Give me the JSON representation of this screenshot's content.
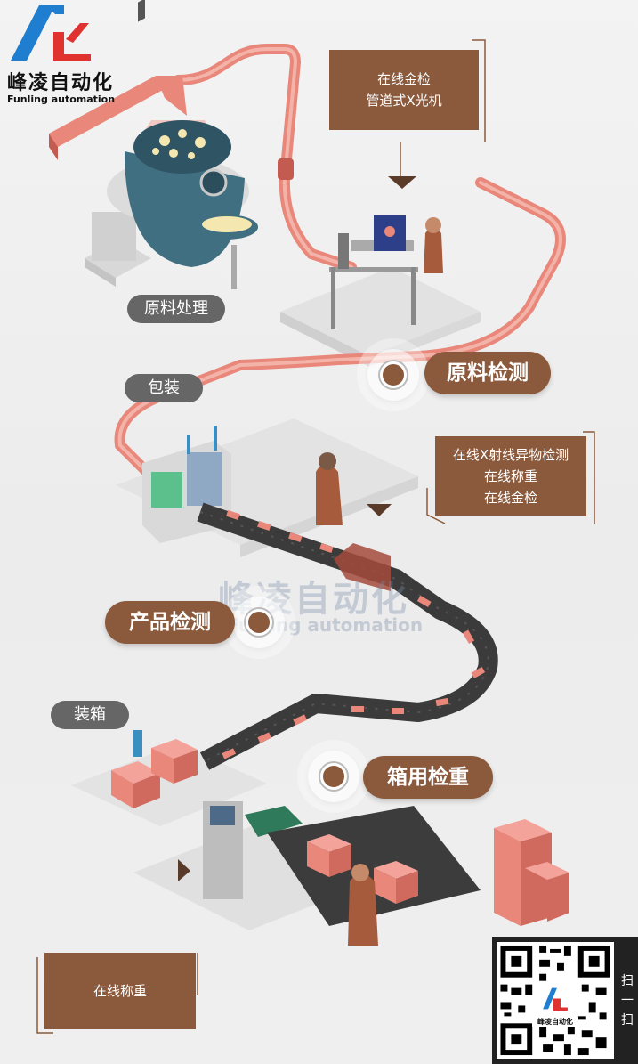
{
  "brand": {
    "name_cn": "峰凌自动化",
    "name_en": "Funling automation",
    "logo_letters": "FL"
  },
  "watermark": {
    "cn": "峰凌自动化",
    "en": "Funling automation"
  },
  "stages": {
    "raw_processing": "原料处理",
    "raw_inspection": "原料检测",
    "packaging": "包装",
    "product_inspection": "产品检测",
    "boxing": "装箱",
    "box_weighing": "箱用检重"
  },
  "info": {
    "pipeline": [
      "在线金检",
      "管道式X光机"
    ],
    "product": [
      "在线X射线异物检测",
      "在线称重",
      "在线金检"
    ],
    "weigh": [
      "在线称重"
    ]
  },
  "qr": {
    "side_label": [
      "扫",
      "一",
      "扫"
    ],
    "center_label": "峰凌自动化"
  },
  "colors": {
    "accent_brown": "#8b5a3c",
    "pipe_salmon": "#e8877a",
    "tag_gray": "#666666",
    "logo_blue": "#1f7ed0",
    "logo_red": "#e0322e",
    "tank_teal": "#3f6f80"
  }
}
